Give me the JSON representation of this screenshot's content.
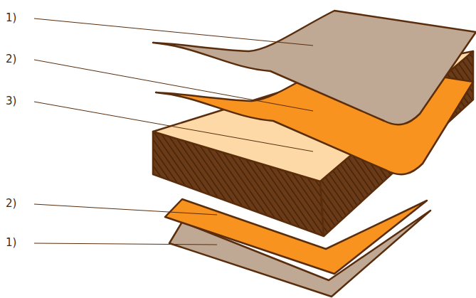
{
  "diagram": {
    "labels": [
      "1)",
      "2)",
      "3)",
      "2)",
      "1)"
    ]
  }
}
